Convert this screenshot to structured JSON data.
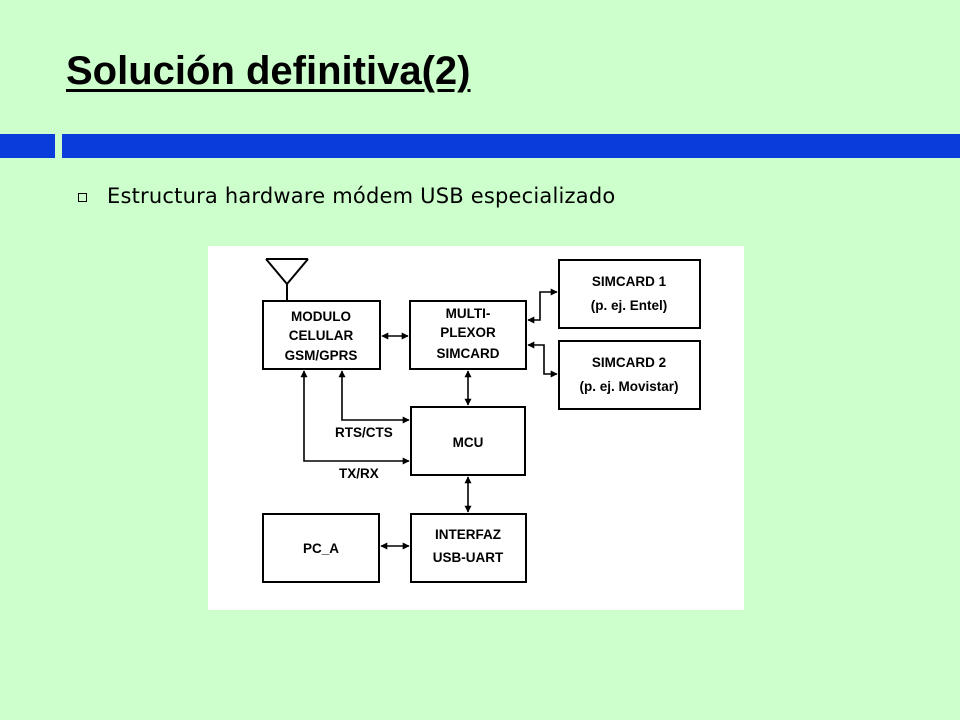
{
  "slide": {
    "title": "Solución definitiva(2)",
    "bullet": "Estructura hardware módem USB especializado"
  },
  "colors": {
    "background": "#ccffcc",
    "accent_bar": "#0a3cdc"
  },
  "diagram": {
    "blocks": {
      "modulo": [
        "MODULO",
        "CELULAR",
        "GSM/GPRS"
      ],
      "multiplexor": [
        "MULTI-",
        "PLEXOR",
        "SIMCARD"
      ],
      "simcard1": [
        "SIMCARD 1",
        "(p. ej. Entel)"
      ],
      "simcard2": [
        "SIMCARD 2",
        "(p. ej. Movistar)"
      ],
      "mcu": [
        "MCU"
      ],
      "pc": [
        "PC_A"
      ],
      "interfaz": [
        "INTERFAZ",
        "USB-UART"
      ]
    },
    "labels": {
      "rts_cts": "RTS/CTS",
      "tx_rx": "TX/RX"
    }
  }
}
